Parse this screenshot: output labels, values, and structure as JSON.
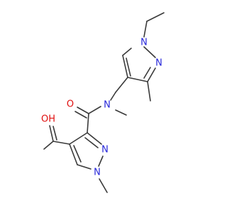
{
  "colors": {
    "carbon_bond": "#3a3a3a",
    "nitrogen": "#2626d9",
    "oxygen": "#e01010"
  },
  "atoms": {
    "n1_top_pyrazole": "N",
    "n2_top_pyrazole": "N",
    "n_amide": "N",
    "o_carbonyl": "O",
    "o_hydroxyl": "OH",
    "n2_bottom_pyrazole": "N",
    "n1_bottom_pyrazole": "N"
  }
}
